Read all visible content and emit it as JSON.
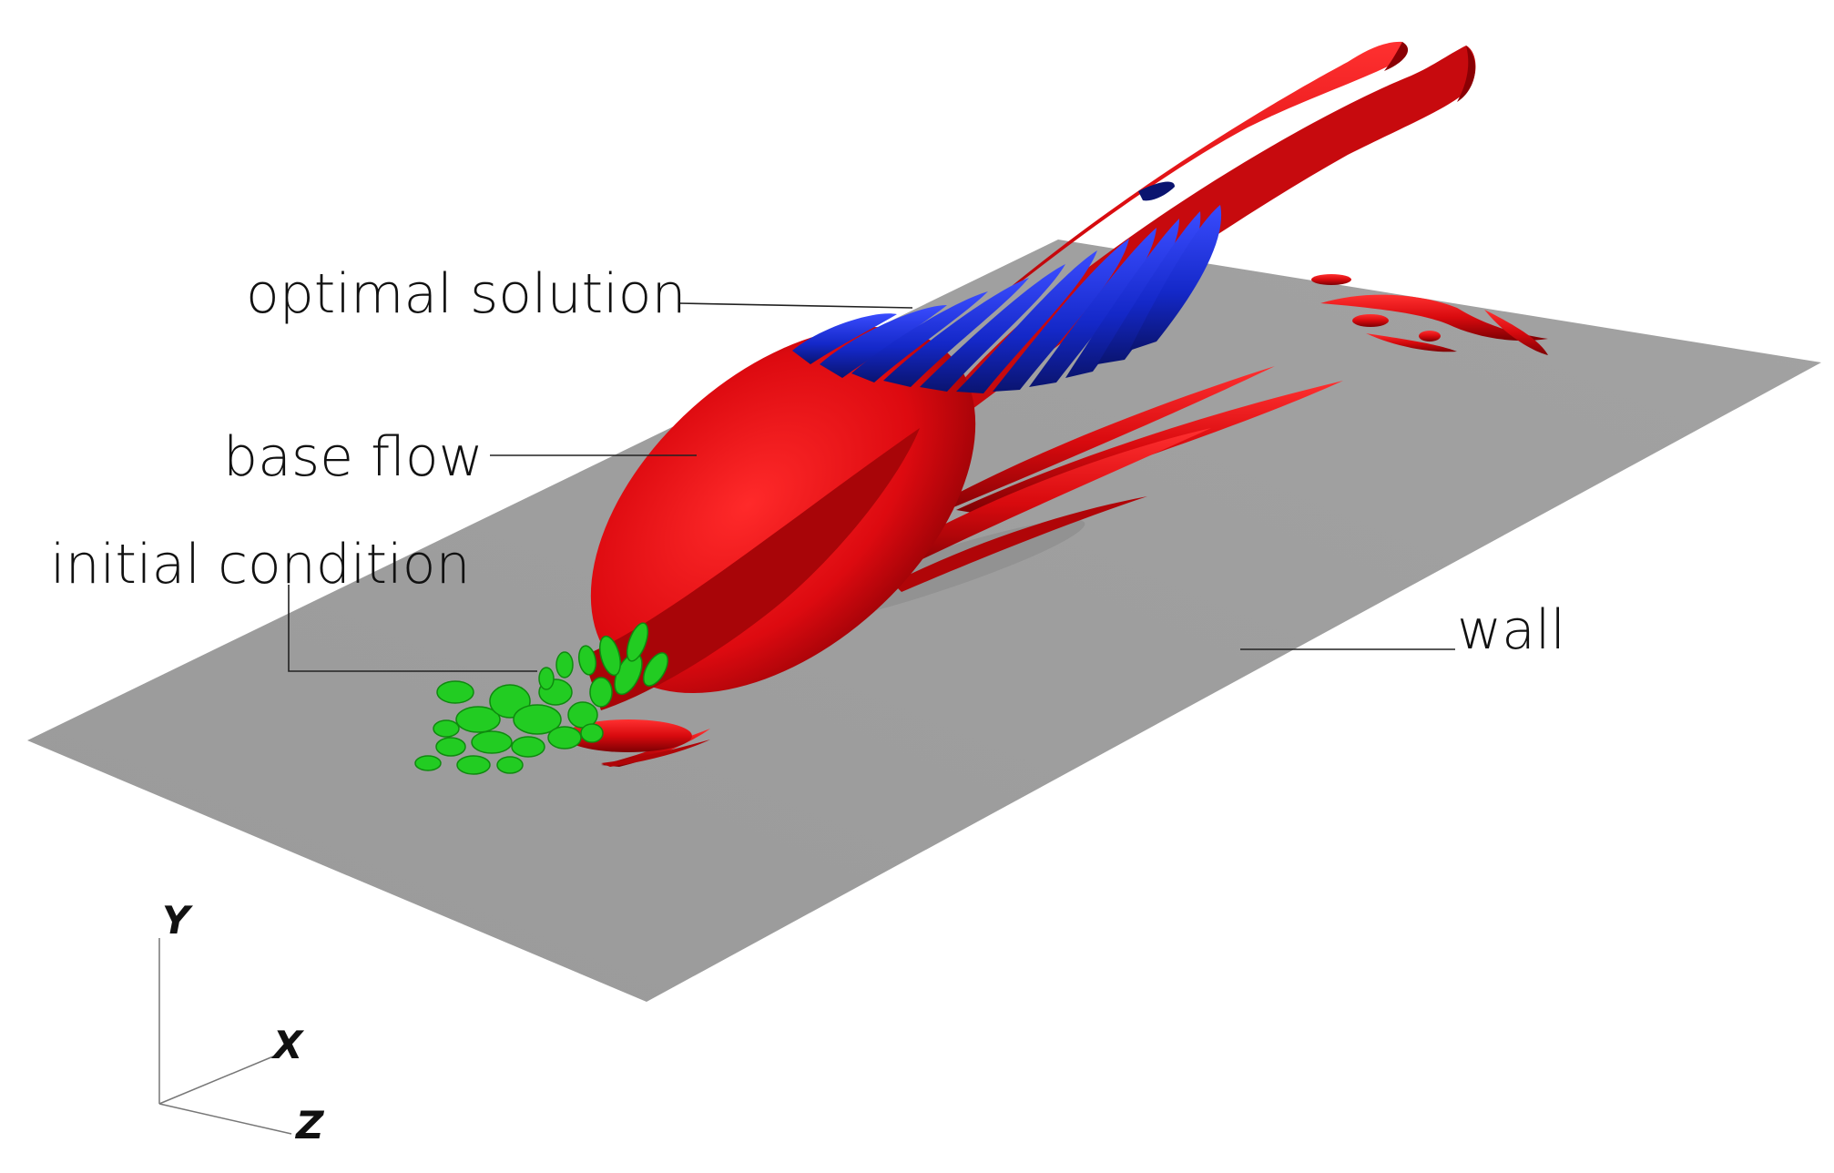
{
  "colors": {
    "wall": "#999999",
    "base_flow": "#dd0a10",
    "optimal_solution": "#1428c8",
    "initial_condition": "#22cc22",
    "leader_line": "#222222",
    "background": "#ffffff"
  },
  "labels": {
    "optimal_solution": "optimal solution",
    "base_flow": "base flow",
    "initial_condition": "initial condition",
    "wall": "wall"
  },
  "axes": {
    "y": "Y",
    "x": "X",
    "z": "Z"
  }
}
